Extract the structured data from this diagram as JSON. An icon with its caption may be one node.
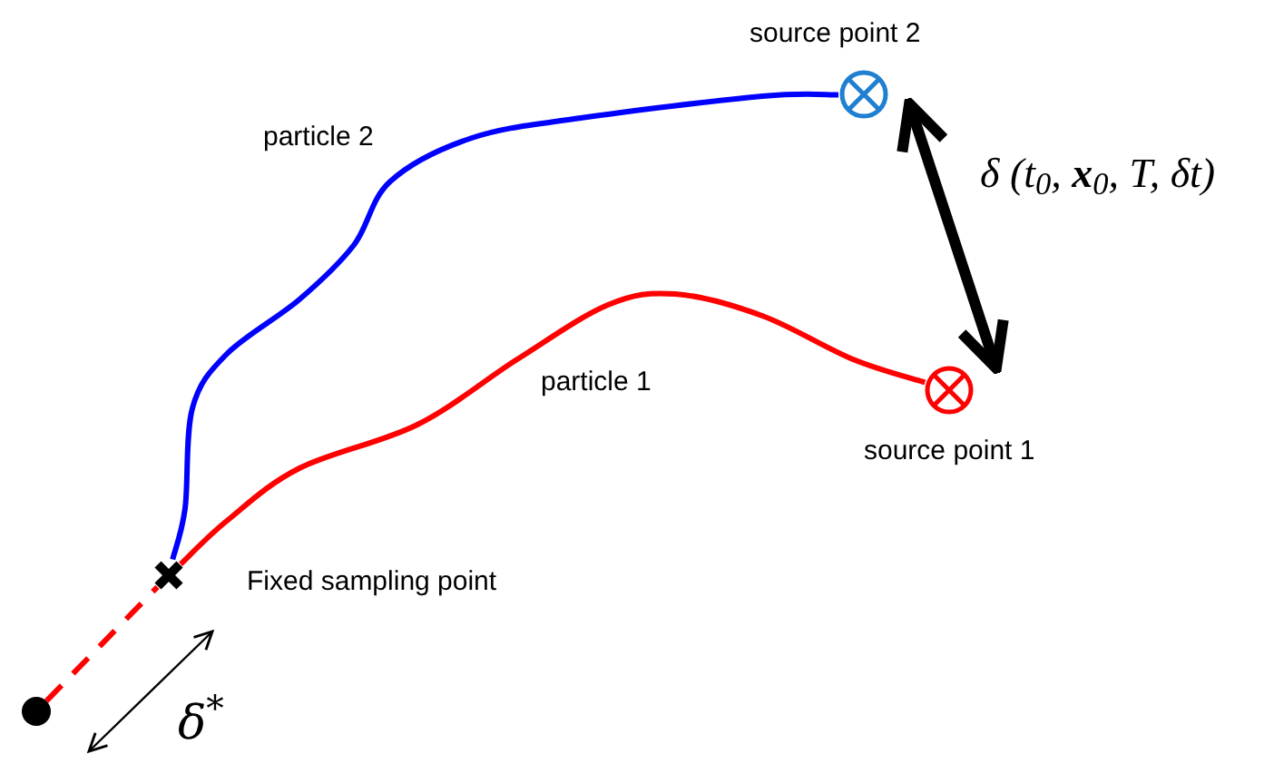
{
  "diagram": {
    "nodes": [
      {
        "text": [],
        "shape": "cross",
        "beside": [
          "Fixed sampling point"
        ]
      },
      {
        "text": [],
        "shape": "circle",
        "beside": [
          "source point 2"
        ]
      },
      {
        "text": [],
        "shape": "circle",
        "beside": [
          "source point 1"
        ]
      },
      {
        "text": [],
        "shape": "dot"
      }
    ],
    "edges": [
      {
        "from": 0,
        "to": 1,
        "arrow": "none",
        "label": "particle 2",
        "color": "#0000ff"
      },
      {
        "from": 0,
        "to": 2,
        "arrow": "none",
        "label": "particle 1",
        "color": "#ff0000"
      },
      {
        "from": 3,
        "to": 0,
        "arrow": "none",
        "style": "dashed",
        "color": "#ff0000"
      },
      {
        "from": 1,
        "to": 2,
        "arrow": "both",
        "style": "thick",
        "color": "#000000",
        "label": "δ (t$_{0}$, **x**$_{0}$, T, δt)"
      }
    ],
    "labels": [
      "δ$^{*}$"
    ]
  }
}
